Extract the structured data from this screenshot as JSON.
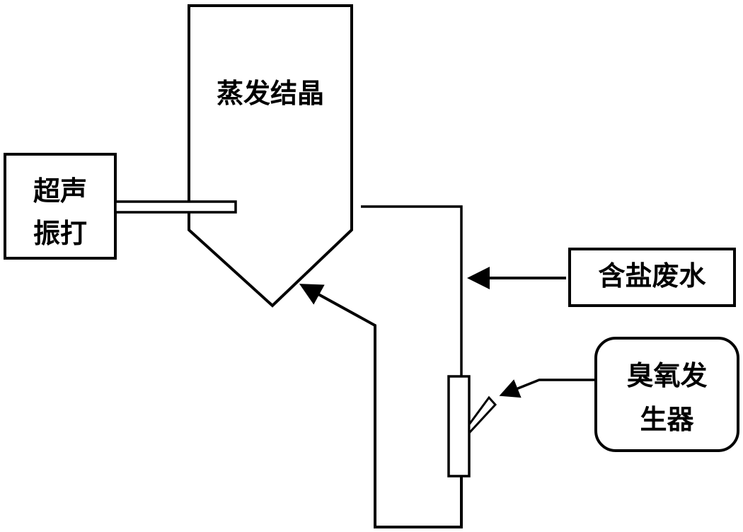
{
  "diagram": {
    "title": "",
    "stroke_color": "#000000",
    "background_color": "#ffffff",
    "nodes": [
      {
        "id": "evaporation-crystallizer",
        "label": "蒸发结晶",
        "shape": "vessel-with-conical-bottom"
      },
      {
        "id": "ultrasonic-rapping",
        "label_lines": [
          "超声",
          "振打"
        ],
        "shape": "rectangle"
      },
      {
        "id": "saline-wastewater",
        "label": "含盐废水",
        "shape": "rectangle"
      },
      {
        "id": "ozone-generator",
        "label_lines": [
          "臭氧发",
          "生器"
        ],
        "shape": "rounded-rectangle"
      },
      {
        "id": "ozone-mixer",
        "label": "",
        "shape": "tube-with-side-inlet"
      }
    ],
    "edges": [
      {
        "from": "ultrasonic-rapping",
        "to": "evaporation-crystallizer",
        "type": "rod"
      },
      {
        "from": "saline-wastewater",
        "to": "pipe",
        "type": "arrow"
      },
      {
        "from": "ozone-generator",
        "to": "ozone-mixer",
        "type": "arrow"
      },
      {
        "from": "evaporation-crystallizer",
        "to": "ozone-mixer",
        "type": "pipe"
      },
      {
        "from": "ozone-mixer",
        "to": "evaporation-crystallizer",
        "type": "pipe-arrow"
      }
    ]
  }
}
